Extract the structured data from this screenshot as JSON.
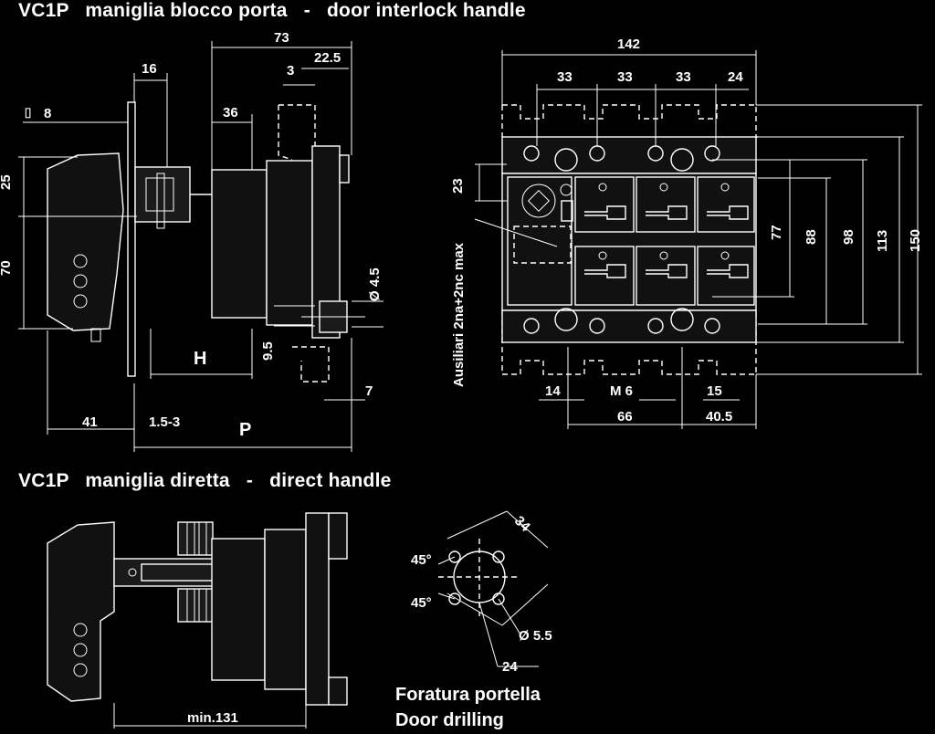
{
  "titles": {
    "top": "VC1P   maniglia blocco porta   -   door interlock handle",
    "bottom": "VC1P   maniglia diretta   -   direct handle"
  },
  "side_view": {
    "d73": "73",
    "d16": "16",
    "d22_5": "22.5",
    "d3": "3",
    "d36": "36",
    "d8": "8",
    "d25": "25",
    "d70": "70",
    "d4_5": "Ø 4.5",
    "d9_5": "9.5",
    "d7": "7",
    "d41": "41",
    "d1_5_3": "1.5-3",
    "H": "H",
    "P": "P"
  },
  "front_view": {
    "d142": "142",
    "d33a": "33",
    "d33b": "33",
    "d33c": "33",
    "d24": "24",
    "d23": "23",
    "d77": "77",
    "d88": "88",
    "d98": "98",
    "d113": "113",
    "d150": "150",
    "d14": "14",
    "m6": "M 6",
    "d15": "15",
    "d66": "66",
    "d40_5": "40.5",
    "aux": "Ausiliari 2na+2nc max"
  },
  "direct_view": {
    "min": "min.131"
  },
  "drilling": {
    "d34": "34",
    "a45a": "45°",
    "a45b": "45°",
    "d5_5": "Ø 5.5",
    "d24": "24",
    "label_it": "Foratura portella",
    "label_en": "Door drilling"
  }
}
